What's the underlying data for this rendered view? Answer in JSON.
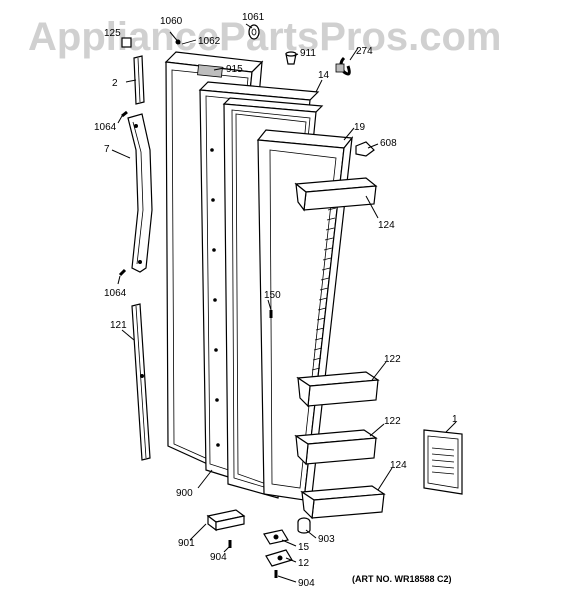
{
  "watermark": "AppliancePartsPros.com",
  "art_number": "(ART NO. WR18588 C2)",
  "labels": {
    "l1": "1",
    "l2": "2",
    "l7": "7",
    "l12": "12",
    "l14": "14",
    "l15": "15",
    "l19": "19",
    "l121": "121",
    "l122a": "122",
    "l122b": "122",
    "l124a": "124",
    "l124b": "124",
    "l125": "125",
    "l150": "150",
    "l274": "274",
    "l608": "608",
    "l900": "900",
    "l901": "901",
    "l903": "903",
    "l904a": "904",
    "l904b": "904",
    "l911": "911",
    "l915": "915",
    "l1060": "1060",
    "l1061": "1061",
    "l1062": "1062",
    "l1064a": "1064",
    "l1064b": "1064"
  }
}
